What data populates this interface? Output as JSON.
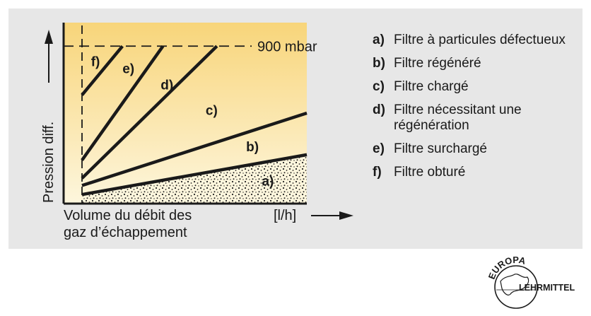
{
  "chart_data": {
    "type": "line",
    "title": "",
    "xlabel": "Volume du débit des gaz d'échappement",
    "x_unit": "[l/h]",
    "ylabel": "Pression diff.",
    "xlim": [
      0,
      100
    ],
    "ylim": [
      0,
      100
    ],
    "reference_line": {
      "label": "900 mbar",
      "y": 87
    },
    "series": [
      {
        "name": "a)",
        "key": "a",
        "x": [
          0,
          100
        ],
        "y": [
          5,
          27
        ],
        "shaded": true,
        "label_at": [
          80,
          10
        ]
      },
      {
        "name": "b)",
        "key": "b",
        "x": [
          0,
          100
        ],
        "y": [
          5,
          27
        ],
        "label_at": [
          73,
          29
        ]
      },
      {
        "name": "c)",
        "key": "c",
        "x": [
          0,
          100
        ],
        "y": [
          10,
          50
        ],
        "label_at": [
          55,
          49
        ]
      },
      {
        "name": "d)",
        "key": "d",
        "x": [
          0,
          60
        ],
        "y": [
          14,
          87
        ],
        "label_at": [
          35,
          63
        ]
      },
      {
        "name": "e)",
        "key": "e",
        "x": [
          0,
          36
        ],
        "y": [
          24,
          87
        ],
        "label_at": [
          18,
          72
        ]
      },
      {
        "name": "f)",
        "key": "f",
        "x": [
          0,
          18
        ],
        "y": [
          60,
          87
        ],
        "label_at": [
          4,
          76
        ]
      }
    ]
  },
  "legend": [
    {
      "key": "a)",
      "label": "Filtre à particules défectueux"
    },
    {
      "key": "b)",
      "label": "Filtre régénéré"
    },
    {
      "key": "c)",
      "label": "Filtre chargé"
    },
    {
      "key": "d)",
      "label": "Filtre nécessitant une régénération"
    },
    {
      "key": "e)",
      "label": "Filtre surchargé"
    },
    {
      "key": "f)",
      "label": "Filtre obturé"
    }
  ],
  "xlabel_lines": [
    "Volume du débit des",
    "gaz d’échappement"
  ],
  "logo": {
    "line1": "EUROPA",
    "line2": "LEHRMITTEL"
  },
  "colors": {
    "plot_top": "#f8d57a",
    "plot_bottom": "#fdf6dd",
    "line": "#1a1a1a",
    "panel": "#e7e7e7"
  }
}
